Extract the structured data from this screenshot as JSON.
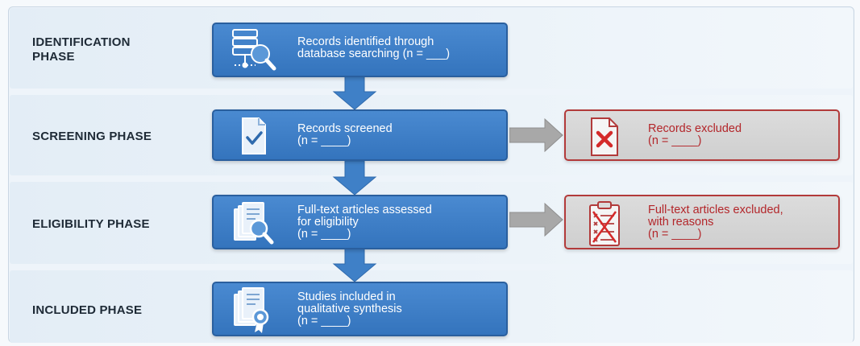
{
  "phases": [
    {
      "label": "IDENTIFICATION\nPHASE"
    },
    {
      "label": "SCREENING PHASE"
    },
    {
      "label": "ELIGIBILITY PHASE"
    },
    {
      "label": "INCLUDED PHASE"
    }
  ],
  "boxes": [
    {
      "lines": [
        "Records identified through",
        "database searching (n = ___)"
      ],
      "icon": "database-search-icon"
    },
    {
      "lines": [
        "Records screened",
        "(n = ____)"
      ],
      "icon": "checked-document-icon"
    },
    {
      "lines": [
        "Full-text articles assessed",
        "for eligibility",
        "(n = ____)"
      ],
      "icon": "documents-search-icon"
    },
    {
      "lines": [
        "Studies included in",
        "qualitative synthesis",
        "(n = ____)"
      ],
      "icon": "documents-award-icon"
    }
  ],
  "excluded": [
    {
      "lines": [
        "Records excluded",
        "(n = ____)"
      ],
      "icon": "rejected-document-icon"
    },
    {
      "lines": [
        "Full-text articles excluded,",
        "with reasons",
        "(n = ____)"
      ],
      "icon": "crossed-checklist-icon"
    }
  ],
  "colors": {
    "box_fill": "#3f80c7",
    "box_border": "#2a5f9e",
    "excluded_fill": "#d6d6d6",
    "excluded_border": "#b23a3a",
    "excluded_text": "#b3262a",
    "arrow": "#3f80c7",
    "arrow_gray": "#a8a8a8"
  }
}
